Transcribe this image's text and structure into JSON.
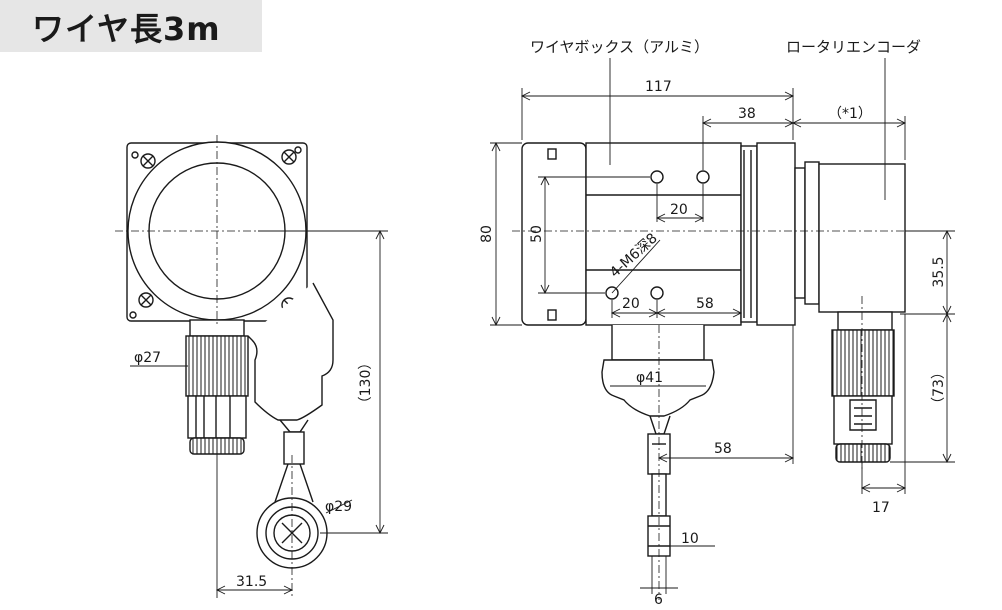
{
  "header": {
    "title": "ワイヤ長3m"
  },
  "labels": {
    "wire_box": "ワイヤボックス（アルミ）",
    "rotary_encoder": "ロータリエンコーダ"
  },
  "front_view": {
    "dim_phi27": "φ27",
    "dim_130": "（130）",
    "dim_phi29": "φ29",
    "dim_31_5": "31.5"
  },
  "side_view": {
    "dim_117": "117",
    "dim_38": "38",
    "dim_note1": "（*1）",
    "dim_80": "80",
    "dim_50": "50",
    "dim_20_top": "20",
    "dim_holes": "4-M6深8",
    "dim_20_bottom": "20",
    "dim_58_top": "58",
    "dim_35_5": "35.5",
    "dim_phi41": "φ41",
    "dim_58_mid": "58",
    "dim_73": "（73）",
    "dim_17": "17",
    "dim_10": "10",
    "dim_6": "6"
  },
  "colors": {
    "line": "#1a1a1a",
    "fill": "#ffffff",
    "title_bg": "#e6e6e6"
  }
}
